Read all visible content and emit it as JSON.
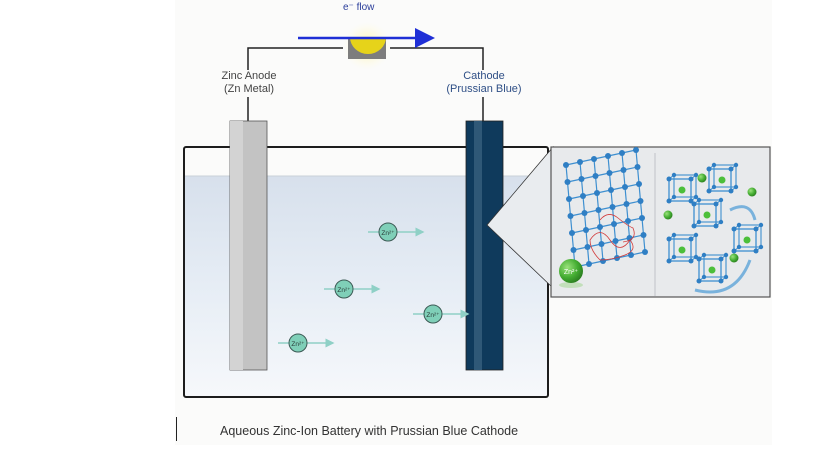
{
  "diagram": {
    "electron_flow_label": "e⁻ flow",
    "anode": {
      "label_line1": "Zinc Anode",
      "label_line2": "(Zn Metal)"
    },
    "cathode": {
      "label_line1": "Cathode",
      "label_line2": "(Prussian Blue)"
    },
    "ion_label": "Zn²⁺",
    "inset_ion_label": "Zn²⁺",
    "caption": "Aqueous Zinc-Ion Battery with Prussian Blue Cathode",
    "colors": {
      "arrow_blue": "#1f2fd6",
      "cathode": "#0f3a5c",
      "anode": "#c3c3c3",
      "ion": "#7fcfb8",
      "electrolyte": "#dfe7f1",
      "lattice_blue": "#2f86c8",
      "zn_green": "#45b03a"
    }
  }
}
